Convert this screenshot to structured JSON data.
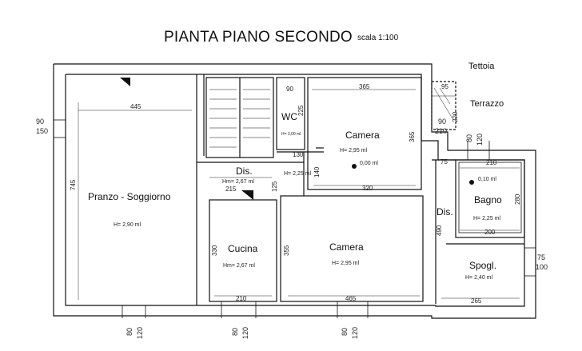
{
  "title": "PIANTA PIANO SECONDO",
  "scale": "scala 1:100",
  "labels": {
    "tettoia": "Tettoia",
    "terrazzo": "Terrazzo"
  },
  "rooms": {
    "pranzo": {
      "name": "Pranzo - Soggiorno",
      "height": "H= 2,90 ml"
    },
    "wc": {
      "name": "WC",
      "height": "H= 3,00 ml"
    },
    "camera1": {
      "name": "Camera",
      "height": "H= 2,95 ml",
      "level": "0,00 ml"
    },
    "dis1": {
      "name": "Dis.",
      "height": "Hm= 2,67 ml"
    },
    "dis1_h2": "H= 2,25 ml",
    "cucina": {
      "name": "Cucina",
      "height": "Hm= 2,67 ml"
    },
    "camera2": {
      "name": "Camera",
      "height": "H= 2,95 ml"
    },
    "dis2": {
      "name": "Dis."
    },
    "bagno": {
      "name": "Bagno",
      "height": "H= 2,25 ml",
      "level": "0,10 ml"
    },
    "spogl": {
      "name": "Spogl.",
      "height": "H= 2,40 ml"
    }
  },
  "dimensions": {
    "d445": "445",
    "d745": "745",
    "d90a": "90",
    "d225": "225",
    "d365": "365",
    "d365v": "365",
    "d95": "95",
    "d220": "220",
    "d130": "130",
    "d125": "125",
    "d140": "140",
    "d215": "215",
    "d320": "320",
    "d75a": "75",
    "d210a": "210",
    "d280": "280",
    "d200": "200",
    "d490": "490",
    "d330": "330",
    "d355": "355",
    "d210b": "210",
    "d465": "465",
    "d265": "265"
  },
  "windows": {
    "w_left_top": "90",
    "w_left_bot": "150",
    "w_terr_top": "90",
    "w_terr_bot": "210",
    "w_bagno_a": "80",
    "w_bagno_b": "120",
    "w_right_top": "75",
    "w_right_bot": "100",
    "w_b1a": "80",
    "w_b1b": "120",
    "w_b2a": "80",
    "w_b2b": "120",
    "w_b3a": "80",
    "w_b3b": "120"
  }
}
